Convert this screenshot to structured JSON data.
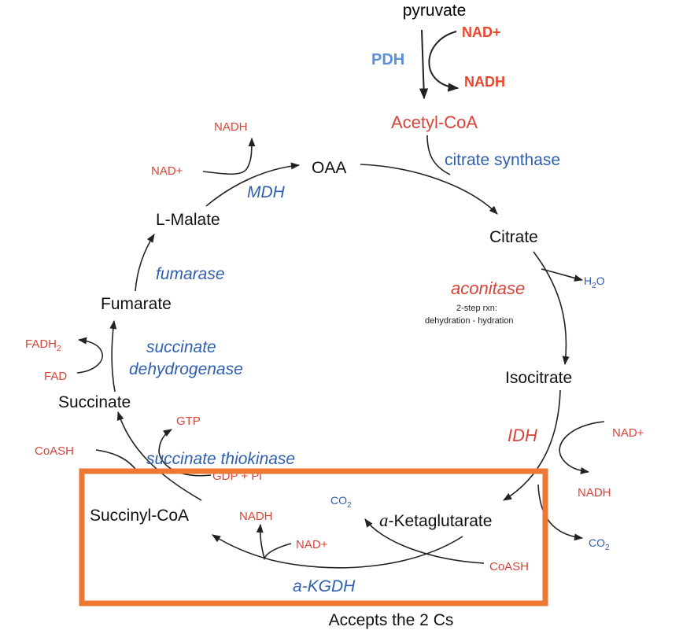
{
  "metabolites": {
    "pyruvate": "pyruvate",
    "acetyl_coa": "Acetyl-CoA",
    "citrate": "Citrate",
    "isocitrate": "Isocitrate",
    "aketoglutarate_prefix": "a",
    "aketoglutarate_rest": "-Ketaglutarate",
    "succinyl_coa": "Succinyl-CoA",
    "succinate": "Succinate",
    "fumarate": "Fumarate",
    "l_malate": "L-Malate",
    "oaa": "OAA"
  },
  "enzymes": {
    "pdh": "PDH",
    "citrate_synthase": "citrate synthase",
    "aconitase": "aconitase",
    "aconitase_note_1": "2-step rxn:",
    "aconitase_note_2": "dehydration - hydration",
    "idh": "IDH",
    "akgdh": "a-KGDH",
    "succinate_thiokinase": "succinate thiokinase",
    "succinate_dehydrogenase_1": "succinate",
    "succinate_dehydrogenase_2": "dehydrogenase",
    "fumarase": "fumarase",
    "mdh": "MDH"
  },
  "cofactors": {
    "pdh_nad": "NAD+",
    "pdh_nadh": "NADH",
    "h2o_base": "H",
    "h2o_sub": "2",
    "h2o_end": "O",
    "idh_nad": "NAD+",
    "idh_nadh": "NADH",
    "idh_co2_base": "CO",
    "idh_co2_sub": "2",
    "akgdh_coash": "CoASH",
    "akgdh_co2_base": "CO",
    "akgdh_co2_sub": "2",
    "akgdh_nad": "NAD+",
    "akgdh_nadh": "NADH",
    "st_coash": "CoASH",
    "st_gtp": "GTP",
    "st_gdp": "GDP + Pi",
    "sdh_fadh2_base": "FADH",
    "sdh_fadh2_sub": "2",
    "sdh_fad": "FAD",
    "mdh_nad": "NAD+",
    "mdh_nadh": "NADH"
  },
  "annotation": {
    "caption": "Accepts the 2 Cs"
  },
  "colors": {
    "metabolite": "#111111",
    "enzyme_blue": "#2f5fb0",
    "enzyme_red": "#d8443a",
    "cofactor_red": "#d8443a",
    "cofactor_blue": "#2f5fb0",
    "pdh_label": "#5b8fd6",
    "pdh_cofactor": "#e8472c",
    "highlight_box": "#ee7733"
  }
}
